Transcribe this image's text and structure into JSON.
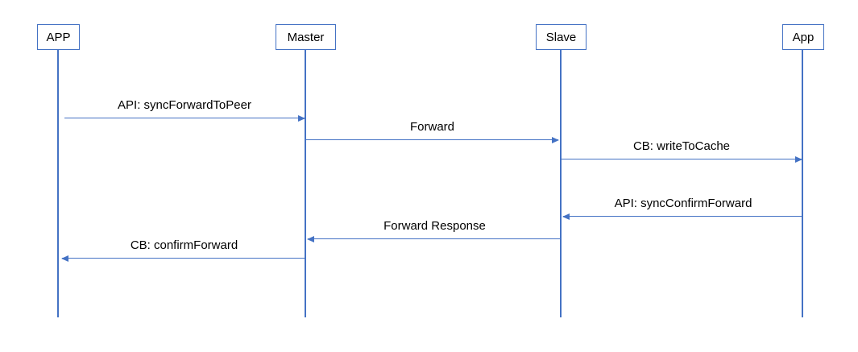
{
  "diagram": {
    "type": "sequence-diagram",
    "background_color": "#ffffff",
    "accent_color": "#4472C4",
    "text_color": "#000000",
    "actors": [
      {
        "label": "APP"
      },
      {
        "label": "Master"
      },
      {
        "label": "Slave"
      },
      {
        "label": "App"
      }
    ],
    "messages": [
      {
        "label": "API: syncForwardToPeer",
        "from": "APP",
        "to": "Master",
        "direction": "right"
      },
      {
        "label": "Forward",
        "from": "Master",
        "to": "Slave",
        "direction": "right"
      },
      {
        "label": "CB: writeToCache",
        "from": "Slave",
        "to": "App",
        "direction": "right"
      },
      {
        "label": "API: syncConfirmForward",
        "from": "App",
        "to": "Slave",
        "direction": "left"
      },
      {
        "label": "Forward Response",
        "from": "Slave",
        "to": "Master",
        "direction": "left"
      },
      {
        "label": "CB: confirmForward",
        "from": "Master",
        "to": "APP",
        "direction": "left"
      }
    ]
  }
}
